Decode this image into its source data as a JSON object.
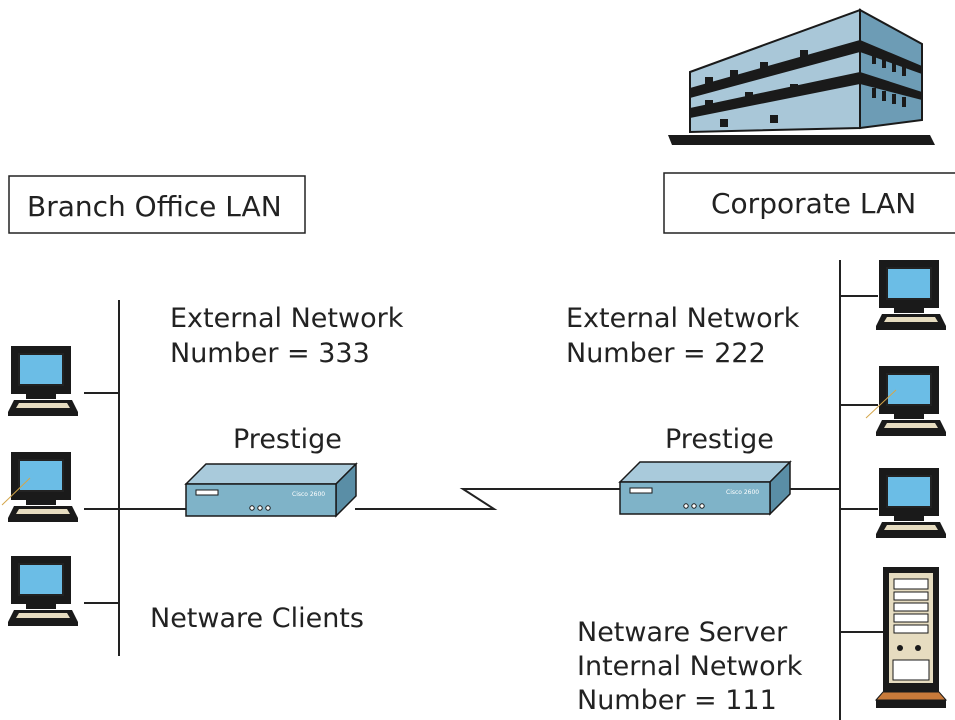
{
  "branch": {
    "title": "Branch Office LAN",
    "ext_line1": "External Network",
    "ext_line2": "Number = 333",
    "router_label": "Prestige",
    "router_model": "Cisco 2600",
    "clients_label": "Netware Clients"
  },
  "corporate": {
    "title": "Corporate LAN",
    "ext_line1": "External Network",
    "ext_line2": "Number = 222",
    "router_label": "Prestige",
    "router_model": "Cisco 2600",
    "server_line1": "Netware Server",
    "server_line2": "Internal Network",
    "server_line3": "Number = 111"
  },
  "colors": {
    "device_blue": "#7fb3c8",
    "device_blue_dark": "#5a8ea6",
    "screen_blue": "#6bbde6",
    "beige": "#e6dcc0",
    "dark": "#1a1a1a",
    "building_blue": "#a9c7d8"
  },
  "icons": [
    "building-icon",
    "router-icon",
    "computer-icon",
    "server-icon"
  ]
}
